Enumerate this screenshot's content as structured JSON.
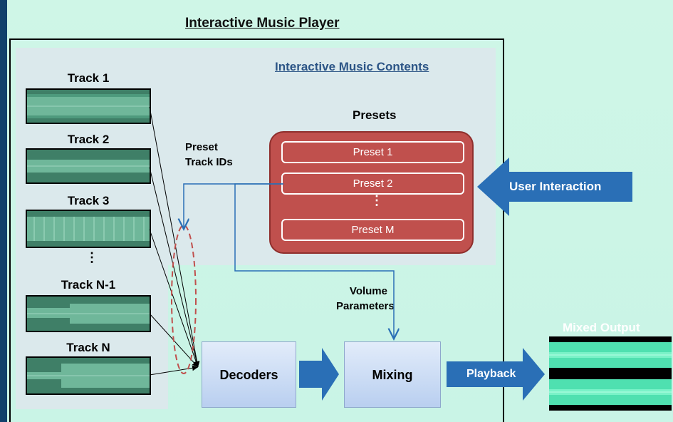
{
  "title": "Interactive Music Player",
  "contents_title": "Interactive Music Contents",
  "tracks": [
    "Track 1",
    "Track 2",
    "Track 3",
    "Track N-1",
    "Track N"
  ],
  "tracks_ellipsis": "⋮",
  "presets": {
    "title": "Presets",
    "items": [
      "Preset 1",
      "Preset 2",
      "Preset M"
    ],
    "ellipsis": "⋮"
  },
  "labels": {
    "preset_track_ids": [
      "Preset",
      "Track IDs"
    ],
    "volume_parameters": [
      "Volume",
      "Parameters"
    ],
    "user_interaction": "User Interaction",
    "decoders": "Decoders",
    "mixing": "Mixing",
    "playback": "Playback",
    "mixed_output": "Mixed Output"
  },
  "colors": {
    "background": "#cff6e7",
    "panel": "#dbe9ec",
    "waveform": "#3f7f67",
    "presets": "#c0504d",
    "arrow_blue": "#2a6fb6",
    "border_dark": "#11406b"
  }
}
